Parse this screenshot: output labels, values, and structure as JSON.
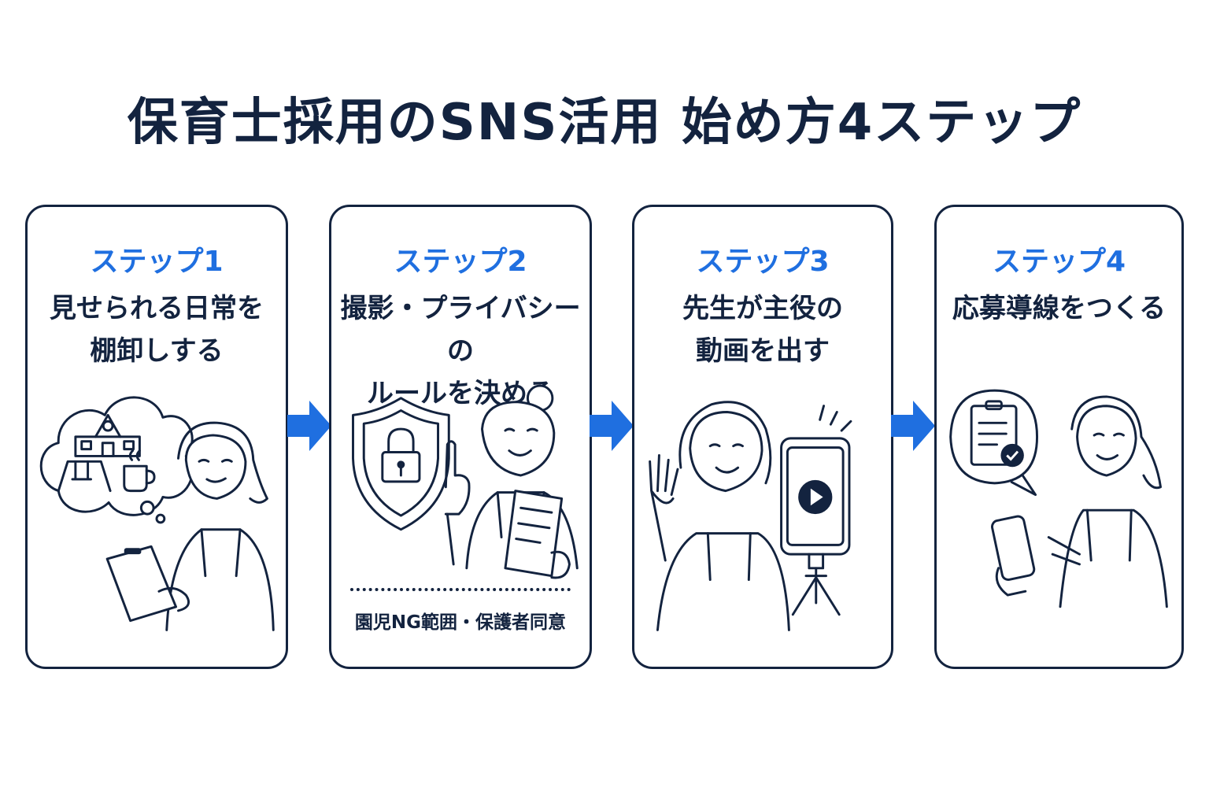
{
  "title": "保育士採用のSNS活用 始め方4ステップ",
  "colors": {
    "accent": "#1f6fe0",
    "ink": "#13233f"
  },
  "steps": [
    {
      "label": "ステップ1",
      "lines": [
        "見せられる日常を",
        "棚卸しする"
      ],
      "icons": [
        "thought-cloud-icon",
        "school-building-icon",
        "swing-icon",
        "cup-icon",
        "teacher-with-clipboard-icon"
      ]
    },
    {
      "label": "ステップ2",
      "lines": [
        "撮影・プライバシーの",
        "ルールを決める"
      ],
      "note": "園児NG範囲・保護者同意",
      "icons": [
        "shield-lock-icon",
        "teacher-pointing-icon",
        "document-icon"
      ]
    },
    {
      "label": "ステップ3",
      "lines": [
        "先生が主役の",
        "動画を出す"
      ],
      "icons": [
        "teacher-waving-icon",
        "smartphone-tripod-icon",
        "play-icon"
      ]
    },
    {
      "label": "ステップ4",
      "lines": [
        "応募導線をつくる"
      ],
      "icons": [
        "clipboard-check-icon",
        "teacher-with-phone-icon"
      ]
    }
  ]
}
